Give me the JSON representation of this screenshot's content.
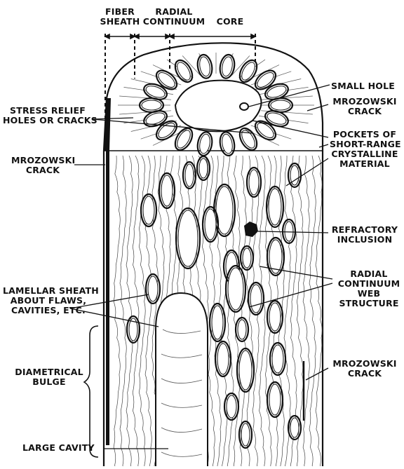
{
  "header": {
    "fiber_sheath": [
      "FIBER",
      "SHEATH"
    ],
    "radial_continuum": [
      "RADIAL",
      "CONTINUUM"
    ],
    "core": "CORE"
  },
  "labels": {
    "small_hole": "SMALL HOLE",
    "mrozowski_crack_right_top": [
      "MROZOWSKI",
      "CRACK"
    ],
    "stress_relief": [
      "STRESS RELIEF",
      "HOLES OR CRACKS"
    ],
    "pockets": [
      "POCKETS OF",
      "SHORT-RANGE",
      "CRYSTALLINE",
      "MATERIAL"
    ],
    "mrozowski_crack_left": [
      "MROZOWSKI",
      "CRACK"
    ],
    "refractory_inclusion": [
      "REFRACTORY",
      "INCLUSION"
    ],
    "radial_continuum_web": [
      "RADIAL",
      "CONTINUUM",
      "WEB",
      "STRUCTURE"
    ],
    "lamellar_sheath": [
      "LAMELLAR SHEATH",
      "ABOUT FLAWS,",
      "CAVITIES, ETC."
    ],
    "diametrical_bulge": [
      "DIAMETRICAL",
      "BULGE"
    ],
    "mrozowski_crack_right_bottom": [
      "MROZOWSKI",
      "CRACK"
    ],
    "large_cavity": "LARGE CAVITY"
  }
}
